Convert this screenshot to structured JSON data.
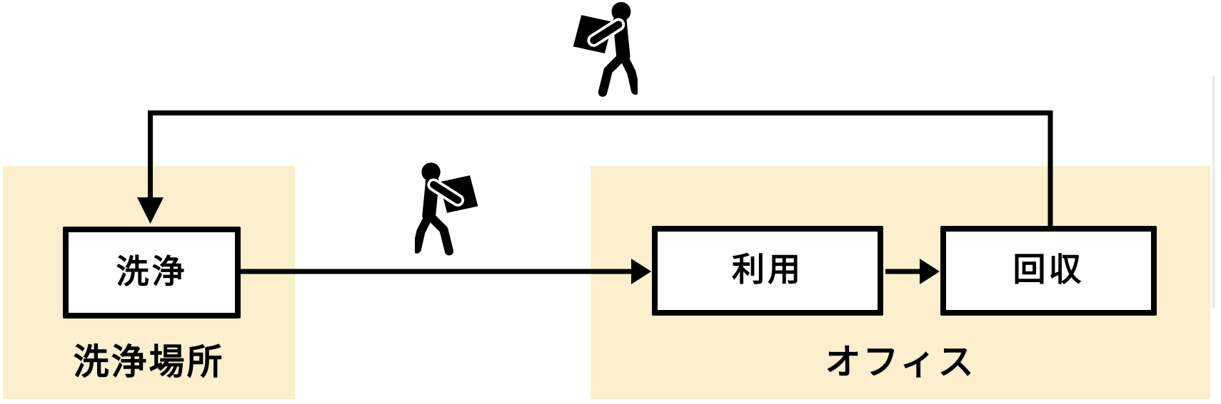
{
  "diagram": {
    "type": "flow-diagram",
    "colors": {
      "background": "#ffffff",
      "region_fill": "#FBEFCD",
      "node_fill": "#ffffff",
      "node_border": "#000000",
      "arrow": "#000000",
      "icon": "#000000",
      "page_edge_line": "#e9e9e3"
    },
    "regions": {
      "wash_area": {
        "label": "洗浄場所"
      },
      "office": {
        "label": "オフィス"
      }
    },
    "nodes": {
      "wash": {
        "label": "洗浄"
      },
      "use": {
        "label": "利用"
      },
      "collect": {
        "label": "回収"
      }
    },
    "icons": {
      "top_transport": {
        "name": "person-carrying-box-walking-left"
      },
      "middle_transport": {
        "name": "person-carrying-box-walking-right"
      }
    },
    "flows": [
      {
        "from": "洗浄",
        "to": "利用"
      },
      {
        "from": "利用",
        "to": "回収"
      },
      {
        "from": "回収",
        "to": "洗浄"
      }
    ]
  }
}
